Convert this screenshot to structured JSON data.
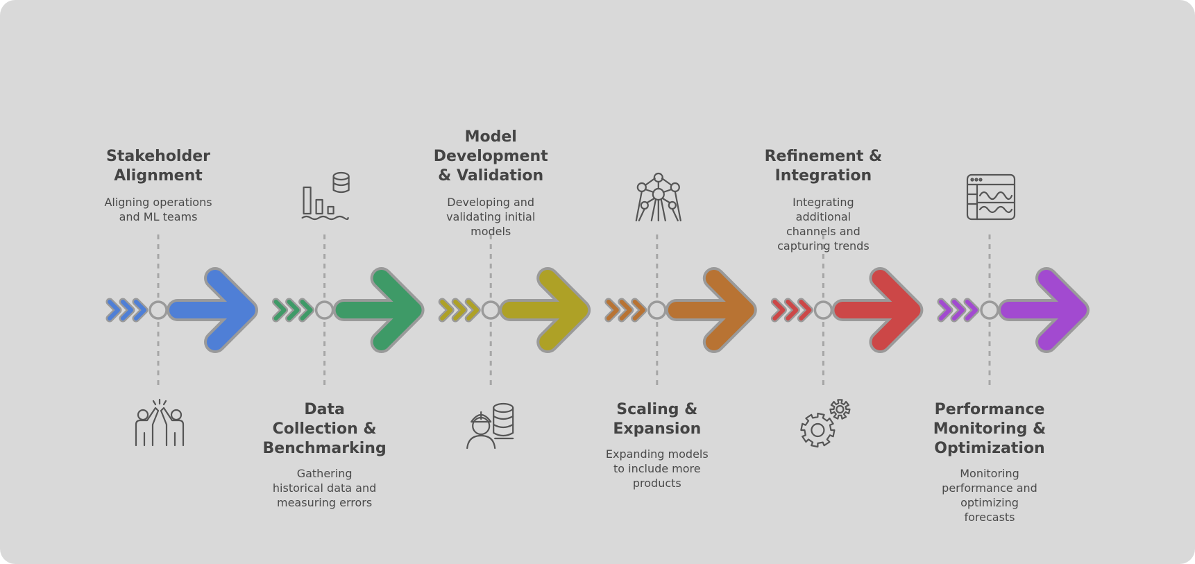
{
  "colors": {
    "background": "#d9d9d9",
    "outline": "#9a9a9a",
    "icon": "#555555",
    "text": "#444444"
  },
  "stages": [
    {
      "title_lines": [
        "Stakeholder",
        "Alignment"
      ],
      "description_lines": [
        "Aligning operations",
        "and ML teams"
      ],
      "color": "#4f7fd6",
      "icon": "team-high-five-icon"
    },
    {
      "title_lines": [
        "Data",
        "Collection &",
        "Benchmarking"
      ],
      "description_lines": [
        "Gathering",
        "historical data and",
        "measuring errors"
      ],
      "color": "#3e9a67",
      "icon": "bar-chart-database-icon"
    },
    {
      "title_lines": [
        "Model",
        "Development",
        "& Validation"
      ],
      "description_lines": [
        "Developing and",
        "validating initial",
        "models"
      ],
      "color": "#aea126",
      "icon": "engineer-database-icon"
    },
    {
      "title_lines": [
        "Scaling &",
        "Expansion"
      ],
      "description_lines": [
        "Expanding models",
        "to include more",
        "products"
      ],
      "color": "#b87333",
      "icon": "network-structure-icon"
    },
    {
      "title_lines": [
        "Refinement &",
        "Integration"
      ],
      "description_lines": [
        "Integrating",
        "additional",
        "channels and",
        "capturing trends"
      ],
      "color": "#cc4747",
      "icon": "gears-icon"
    },
    {
      "title_lines": [
        "Performance",
        "Monitoring &",
        "Optimization"
      ],
      "description_lines": [
        "Monitoring",
        "performance and",
        "optimizing",
        "forecasts"
      ],
      "color": "#a24ad0",
      "icon": "dashboard-window-icon"
    }
  ]
}
